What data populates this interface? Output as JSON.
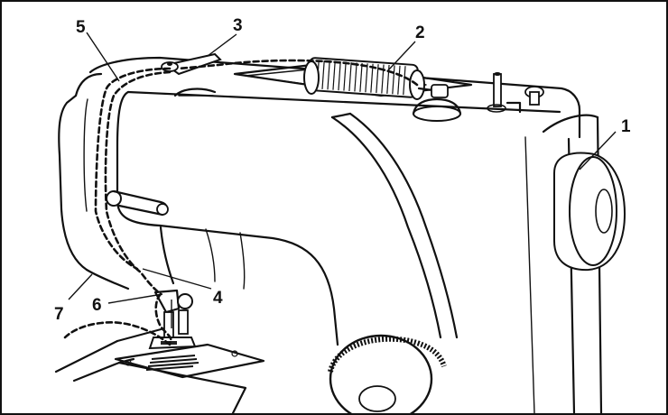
{
  "figure": {
    "description_labels": {
      "c1": "1",
      "c2": "2",
      "c3": "3",
      "c4": "4",
      "c5": "5",
      "c6": "6",
      "c7": "7"
    }
  }
}
